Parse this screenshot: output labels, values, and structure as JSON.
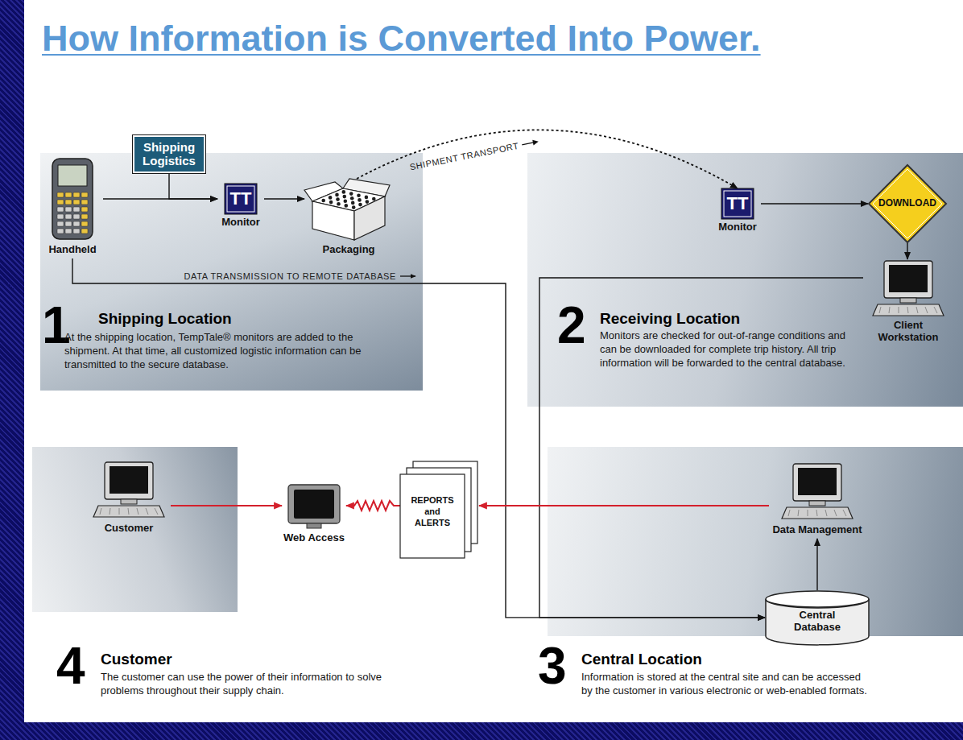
{
  "diagram": {
    "title": "How Information is Converted Into Power.",
    "nodes": [
      {
        "text": [
          "1",
          "Shipping Location",
          "At the shipping location, TempTale® monitors are added to the shipment. At that time, all customized logistic information can be transmitted to the secure database."
        ]
      },
      {
        "text": [
          "Handheld"
        ],
        "in": 0
      },
      {
        "text": [
          "Shipping Logistics"
        ]
      },
      {
        "text": [
          "TT",
          "Monitor"
        ],
        "in": 0
      },
      {
        "text": [
          "Packaging"
        ],
        "in": 0
      },
      {
        "text": [
          "2",
          "Receiving Location",
          "Monitors are checked for out-of-range conditions and can be downloaded for complete trip history. All trip information will be forwarded to the central database."
        ]
      },
      {
        "text": [
          "TT",
          "Monitor"
        ],
        "in": 5
      },
      {
        "text": [
          "DOWNLOAD"
        ],
        "in": 5
      },
      {
        "text": [
          "Client Workstation"
        ],
        "in": 5
      },
      {
        "text": [
          "4",
          "Customer",
          "The customer can use the power of their information to solve problems throughout their supply chain."
        ]
      },
      {
        "text": [
          "Customer"
        ],
        "in": 9
      },
      {
        "text": [
          "Web Access"
        ]
      },
      {
        "text": [
          "REPORTS and ALERTS"
        ]
      },
      {
        "text": [
          "3",
          "Central Location",
          "Information is stored at the central site and can be accessed by the customer in various electronic or web-enabled formats."
        ]
      },
      {
        "text": [
          "Data Management"
        ],
        "in": 13
      },
      {
        "text": [
          "Central Database"
        ],
        "in": 13
      }
    ],
    "edges": [
      {
        "from": 1,
        "to": 3,
        "arrow": "to"
      },
      {
        "from": 2,
        "to": 3,
        "arrow": "to"
      },
      {
        "from": 3,
        "to": 4,
        "arrow": "to"
      },
      {
        "from": 4,
        "to": 6,
        "label": "SHIPMENT TRANSPORT",
        "arrow": "to"
      },
      {
        "from": 6,
        "to": 7,
        "arrow": "to"
      },
      {
        "from": 7,
        "to": 8,
        "arrow": "to"
      },
      {
        "from": 1,
        "to": 15,
        "label": "DATA TRANSMISSION TO REMOTE DATABASE",
        "arrow": "to"
      },
      {
        "from": 8,
        "to": 15,
        "arrow": "to"
      },
      {
        "from": 15,
        "to": 14,
        "arrow": "to"
      },
      {
        "from": 14,
        "to": 12,
        "arrow": "to"
      },
      {
        "from": 12,
        "to": 11,
        "arrow": "to"
      },
      {
        "from": 10,
        "to": 11,
        "arrow": "to"
      }
    ]
  }
}
